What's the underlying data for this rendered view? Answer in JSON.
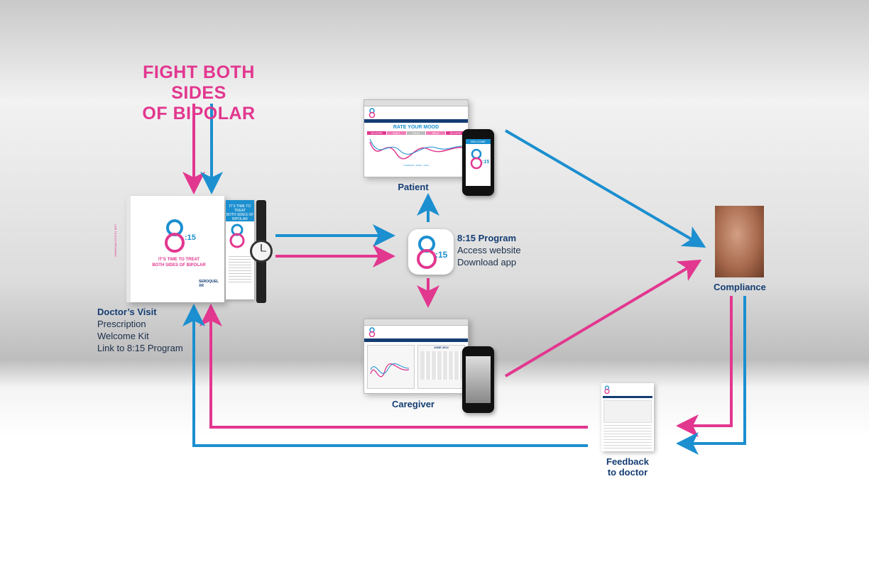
{
  "headline": {
    "line1": "FIGHT BOTH SIDES",
    "line2": "OF BIPOLAR"
  },
  "doctor": {
    "title": "Doctor’s Visit",
    "items": [
      "Prescription",
      "Welcome Kit",
      "Link to 8:15 Program"
    ]
  },
  "kit": {
    "logo": "8:15",
    "tagline_line1": "IT’S TIME TO TREAT",
    "tagline_line2": "BOTH SIDES OF BIPOLAR",
    "side_text": "LINK TO 8:15 PROGRAM",
    "brand": "SEROQUEL XR",
    "brochure_line1": "IT’S TIME TO TREAT",
    "brochure_line2": "BOTH SIDES OF BIPOLAR"
  },
  "program": {
    "title": "8:15 Program",
    "items": [
      "Access website",
      "Download app"
    ],
    "icon_label": "8:15"
  },
  "patient": {
    "label": "Patient",
    "screen_title": "RATE YOUR MOOD",
    "scale": [
      "SEVERE",
      "MILD",
      "OKAY",
      "MILD",
      "SEVERE"
    ],
    "date": "THURSDAY, JUNE 7, 2012",
    "phone_header": "WELCOME",
    "phone_logo": "8:15"
  },
  "caregiver": {
    "label": "Caregiver",
    "calendar_title": "JUNE 2012"
  },
  "compliance": {
    "label": "Compliance"
  },
  "feedback": {
    "line1": "Feedback",
    "line2": "to doctor"
  },
  "colors": {
    "pink": "#e2378f",
    "blue": "#1b8fcf",
    "navy": "#143d73"
  },
  "icons": [
    "logo-815-icon",
    "watch-icon",
    "app-icon",
    "phone-icon",
    "monitor-icon"
  ]
}
